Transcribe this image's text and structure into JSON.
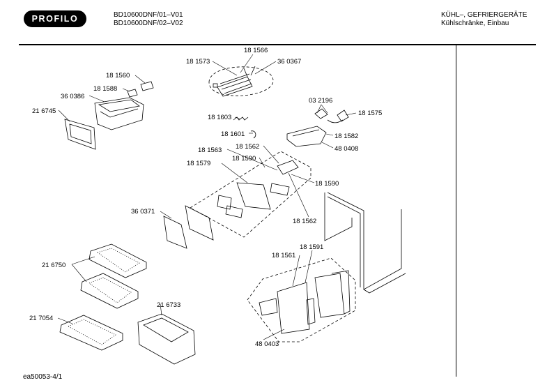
{
  "header": {
    "brand": "PROFILO",
    "model_lines": [
      "BD10600DNF/01–V01",
      "BD10600DNF/02–V02"
    ],
    "category_lines": [
      "KÜHL–, GEFRIERGERÄTE",
      "Kühlschränke, Einbau"
    ]
  },
  "parts": [
    "18 1566",
    "18 1573",
    "36 0367",
    "18 1560",
    "18 1588",
    "36 0386",
    "21 6745",
    "03 2196",
    "18 1575",
    "18 1582",
    "48 0408",
    "18 1603",
    "18 1601",
    "18 1563",
    "18 1562",
    "18 1590",
    "18 1579",
    "18 1590",
    "18 1562",
    "36 0371",
    "18 1591",
    "18 1561",
    "21 6750",
    "21 6733",
    "21 7054",
    "48 0403"
  ],
  "footer": {
    "code": "ea50053-4/1"
  }
}
